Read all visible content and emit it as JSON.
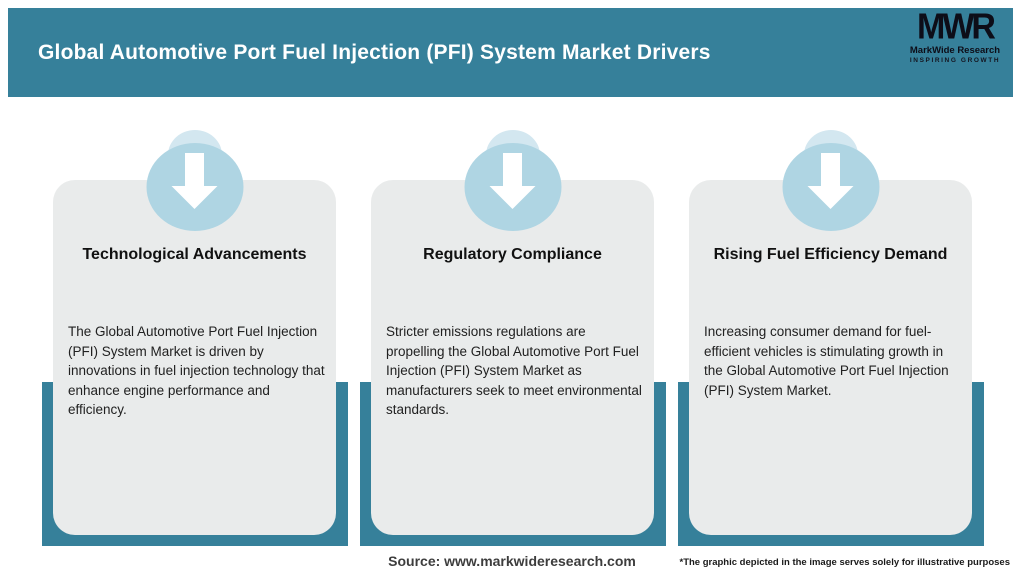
{
  "header": {
    "title": "Global Automotive Port Fuel Injection (PFI) System Market Drivers",
    "logo": {
      "initials": "MWR",
      "name": "MarkWide Research",
      "tagline": "INSPIRING GROWTH"
    }
  },
  "colors": {
    "teal": "#36809A",
    "circle_blue": "#AFD5E3",
    "circle_blue_light": "#D3E7F0",
    "card_bg": "#E9EBEB",
    "header_text": "#FFFFFF",
    "body_text": "#212121"
  },
  "cards": [
    {
      "icon": "down-arrow-icon",
      "title": "Technological Advancements",
      "body": "The Global Automotive Port Fuel Injection (PFI) System Market is driven by innovations in fuel injection technology that enhance engine performance and efficiency."
    },
    {
      "icon": "down-arrow-icon",
      "title": "Regulatory Compliance",
      "body": "Stricter emissions regulations are propelling the Global Automotive Port Fuel Injection (PFI) System Market as manufacturers seek to meet environmental standards."
    },
    {
      "icon": "down-arrow-icon",
      "title": "Rising Fuel Efficiency Demand",
      "body": "Increasing consumer demand for fuel-efficient vehicles is stimulating growth in the Global Automotive Port Fuel Injection (PFI) System Market."
    }
  ],
  "footer": {
    "source": "Source: www.markwideresearch.com",
    "disclaimer": "*The graphic depicted in the image serves solely for illustrative purposes"
  }
}
